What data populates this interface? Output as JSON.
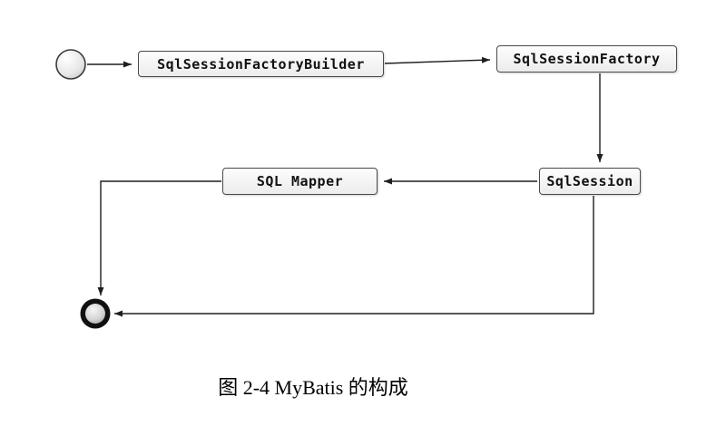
{
  "diagram": {
    "nodes": {
      "builder": {
        "label": "SqlSessionFactoryBuilder"
      },
      "factory": {
        "label": "SqlSessionFactory"
      },
      "session": {
        "label": "SqlSession"
      },
      "mapper": {
        "label": "SQL Mapper"
      }
    },
    "edges": [
      {
        "from": "start",
        "to": "SqlSessionFactoryBuilder"
      },
      {
        "from": "SqlSessionFactoryBuilder",
        "to": "SqlSessionFactory"
      },
      {
        "from": "SqlSessionFactory",
        "to": "SqlSession"
      },
      {
        "from": "SqlSession",
        "to": "SQL Mapper"
      },
      {
        "from": "SQL Mapper",
        "to": "end"
      },
      {
        "from": "SqlSession",
        "to": "end"
      }
    ],
    "colors": {
      "line": "#1e1e1e",
      "box_border": "#4a4a4a",
      "box_fill_top": "#fdfdfd",
      "box_fill_bottom": "#ececec"
    }
  },
  "caption": "图 2-4  MyBatis 的构成"
}
